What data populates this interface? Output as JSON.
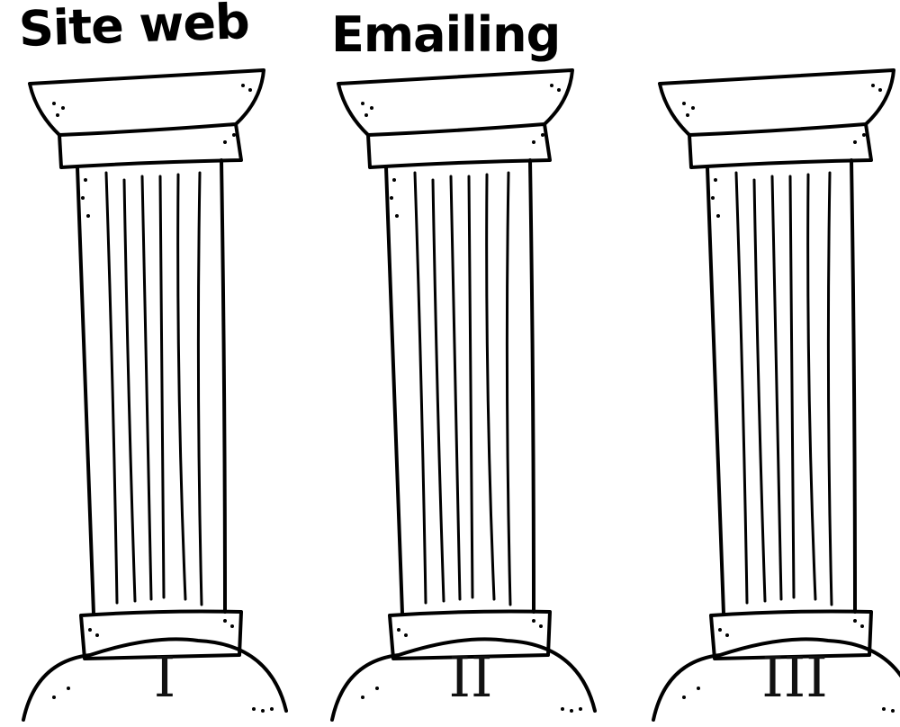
{
  "captions": {
    "pillar_1": "Site web",
    "pillar_2": "Emailing",
    "pillar_3": ""
  },
  "numerals": {
    "pillar_1": "I",
    "pillar_2": "II",
    "pillar_3": "III"
  },
  "colors": {
    "ink": "#000000",
    "background": "#ffffff"
  },
  "pillar_count": 3
}
